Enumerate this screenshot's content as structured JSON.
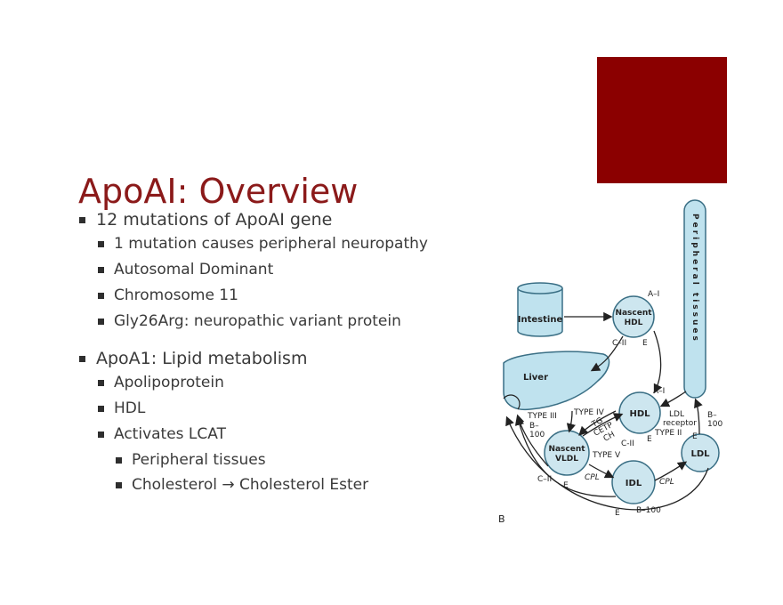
{
  "theme": {
    "accent": "#8b0000",
    "title_color": "#8b1a1a",
    "circle_fill": "#cde6ef",
    "tube_fill": "#bfe2ee"
  },
  "slide": {
    "title": "ApoAI: Overview",
    "bullets": [
      {
        "text": "12 mutations of ApoAI gene",
        "level": 1
      },
      {
        "text": "1 mutation causes peripheral neuropathy",
        "level": 2
      },
      {
        "text": "Autosomal Dominant",
        "level": 2
      },
      {
        "text": "Chromosome 11",
        "level": 2
      },
      {
        "text": "Gly26Arg: neuropathic variant protein",
        "level": 2
      },
      {
        "text": "ApoA1: Lipid metabolism",
        "level": 1
      },
      {
        "text": "Apolipoprotein",
        "level": 2
      },
      {
        "text": "HDL",
        "level": 2
      },
      {
        "text": "Activates LCAT",
        "level": 2
      },
      {
        "text": "Peripheral tissues",
        "level": 3
      },
      {
        "text": "Cholesterol → Cholesterol Ester",
        "level": 3
      }
    ]
  },
  "diagram": {
    "nodes": {
      "intestine": "Intestine",
      "liver": "Liver",
      "nascent_hdl_1": "Nascent",
      "nascent_hdl_2": "HDL",
      "hdl": "HDL",
      "nascent_vldl_1": "Nascent",
      "nascent_vldl_2": "VLDL",
      "idl": "IDL",
      "ldl": "LDL",
      "peripheral_tissues": "Peripheral tissues"
    },
    "labels": {
      "a1_top": "A–I",
      "c2_top": "C–II",
      "e_top": "E",
      "a1_hdl": "A–I",
      "type_iv": "TYPE IV",
      "tg": "TG",
      "cetp": "CETP",
      "ch": "CH",
      "c2_mid": "C-II",
      "e_mid": "E",
      "type_iii": "TYPE III",
      "b100_liver_1": "B–",
      "b100_liver_2": "100",
      "type_v": "TYPE V",
      "c2_vldl": "C–II",
      "e_vldl": "E",
      "cpl_1": "CPL",
      "cpl_2": "CPL",
      "e_idl": "E",
      "b100_idl": "B–100",
      "ldl_receptor_1": "LDL",
      "ldl_receptor_2": "receptor",
      "type_ii": "TYPE II",
      "e_ldl": "E",
      "b100_ldl_1": "B–",
      "b100_ldl_2": "100",
      "panel_letter": "B"
    }
  }
}
